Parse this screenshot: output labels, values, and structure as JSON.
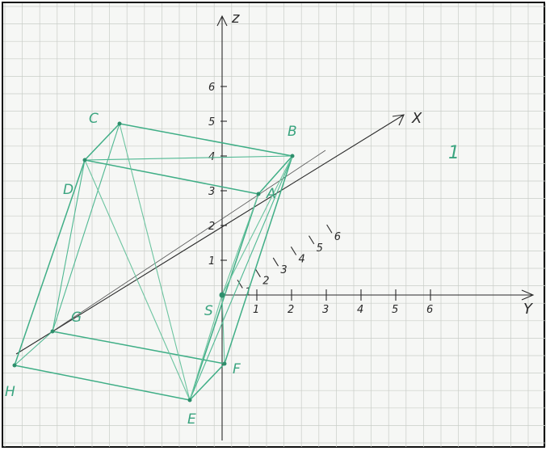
{
  "axes": {
    "z_label": "z",
    "x_label": "X",
    "y_label": "Y",
    "origin_label": "S"
  },
  "z_ticks": [
    "1",
    "2",
    "3",
    "4",
    "5",
    "6"
  ],
  "x_ticks": [
    "1",
    "2",
    "3",
    "4",
    "5",
    "6"
  ],
  "y_ticks": [
    "1",
    "2",
    "3",
    "4",
    "5",
    "6"
  ],
  "vertices": [
    "A",
    "B",
    "C",
    "D",
    "E",
    "F",
    "G",
    "H"
  ],
  "page_number": "1",
  "colors": {
    "solid": "#3fae86",
    "axis": "#2a2a2a",
    "grid": "#c9cdc8",
    "paper": "#f6f7f5"
  }
}
